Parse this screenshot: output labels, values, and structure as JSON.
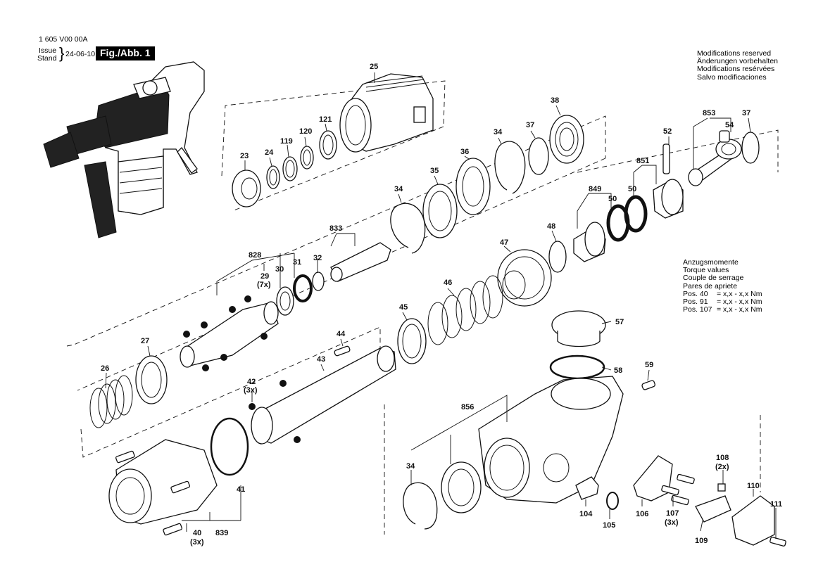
{
  "header": {
    "doc_number": "1 605 V00 00A",
    "issue_label": "Issue",
    "stand_label": "Stand",
    "date": "24-06-10",
    "figure_label": "Fig./Abb. 1"
  },
  "modifications": [
    "Modifications reserved",
    "Änderungen vorbehalten",
    "Modifications resérvées",
    "Salvo modificaciones"
  ],
  "torque": {
    "headings": [
      "Anzugsmomente",
      "Torque values",
      "Couple de serrage",
      "Pares de apriete"
    ],
    "rows": [
      {
        "pos": "Pos.  40",
        "value": "= x,x - x,x Nm"
      },
      {
        "pos": "Pos.  91",
        "value": "= x,x - x,x Nm"
      },
      {
        "pos": "Pos.  107",
        "value": "= x,x - x,x Nm"
      }
    ]
  },
  "part_labels": {
    "p25": "25",
    "p23": "23",
    "p24": "24",
    "p119": "119",
    "p120": "120",
    "p121": "121",
    "p38": "38",
    "p37a": "37",
    "p34a": "34",
    "p36": "36",
    "p35": "35",
    "p34b": "34",
    "p853": "853",
    "p37b": "37",
    "p54": "54",
    "p52": "52",
    "p851": "851",
    "p849": "849",
    "p50a": "50",
    "p50b": "50",
    "p48": "48",
    "p47": "47",
    "p833": "833",
    "p828": "828",
    "p29": "29",
    "p29q": "(7x)",
    "p30": "30",
    "p31": "31",
    "p32": "32",
    "p46": "46",
    "p45": "45",
    "p44": "44",
    "p43": "43",
    "p27": "27",
    "p26": "26",
    "p42": "42",
    "p42q": "(3x)",
    "p57": "57",
    "p58": "58",
    "p59": "59",
    "p856": "856",
    "p34c": "34",
    "p41": "41",
    "p40": "40",
    "p40q": "(3x)",
    "p839": "839",
    "p104": "104",
    "p105": "105",
    "p106": "106",
    "p107": "107",
    "p107q": "(3x)",
    "p108": "108",
    "p108q": "(2x)",
    "p109": "109",
    "p110": "110",
    "p111": "111"
  }
}
